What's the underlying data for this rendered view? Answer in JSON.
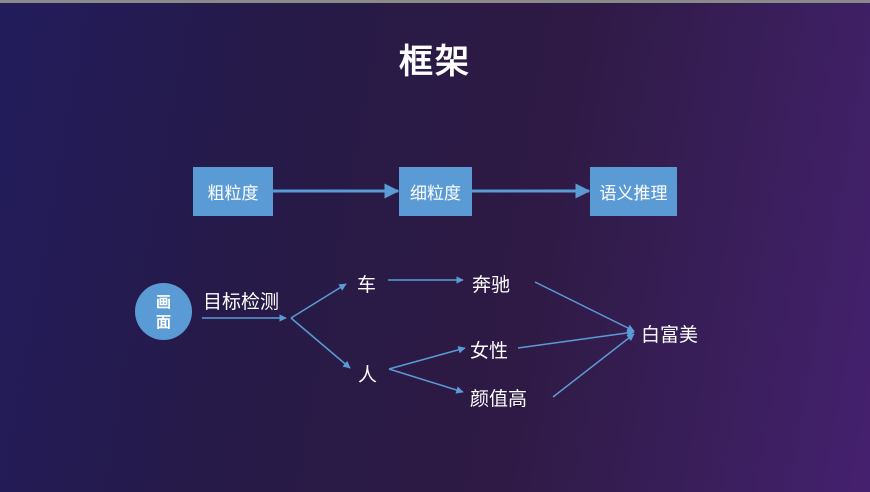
{
  "title": "框架",
  "pipeline": {
    "step1": "粗粒度",
    "step2": "细粒度",
    "step3": "语义推理"
  },
  "diagram": {
    "source": "画面",
    "detection": "目标检测",
    "car": "车",
    "person": "人",
    "race": "奔驰",
    "female": "女性",
    "looks": "颜值高",
    "result": "白富美"
  },
  "colors": {
    "box_fill": "#5b9bd5",
    "arrow": "#5b9bd5",
    "background_start": "#221c5c",
    "background_end": "#45206f"
  }
}
